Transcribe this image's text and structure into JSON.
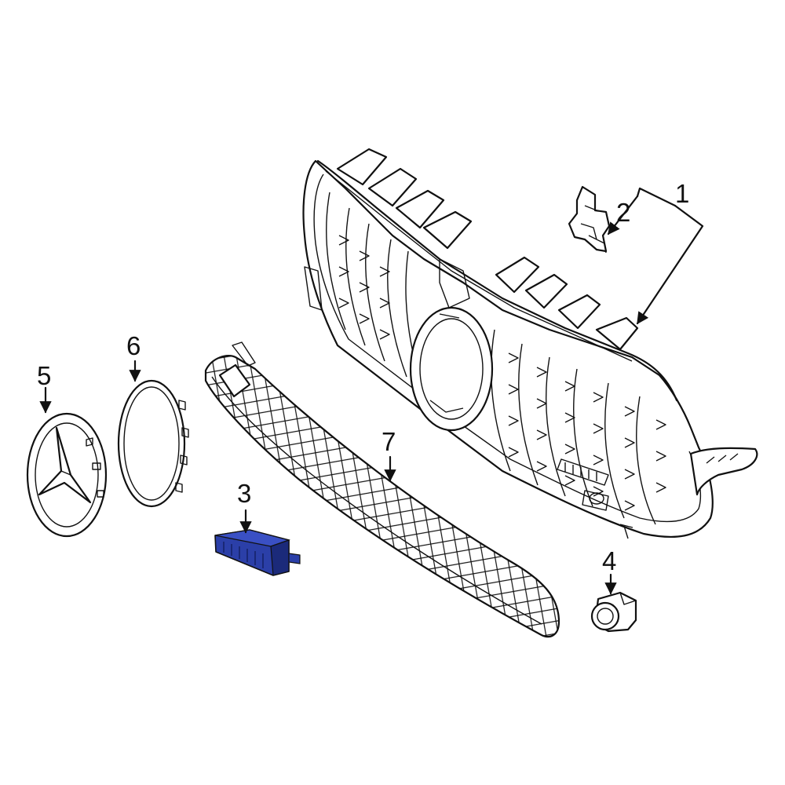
{
  "diagram": {
    "callouts": [
      {
        "id": "1",
        "label": "1"
      },
      {
        "id": "2",
        "label": "2"
      },
      {
        "id": "3",
        "label": "3"
      },
      {
        "id": "4",
        "label": "4"
      },
      {
        "id": "5",
        "label": "5"
      },
      {
        "id": "6",
        "label": "6"
      },
      {
        "id": "7",
        "label": "7"
      }
    ],
    "colors": {
      "line": "#111111",
      "background": "#ffffff",
      "highlight_part": "#2b3fa8",
      "highlight_shadow": "#1b2a7a"
    },
    "highlighted_callout": "3"
  }
}
